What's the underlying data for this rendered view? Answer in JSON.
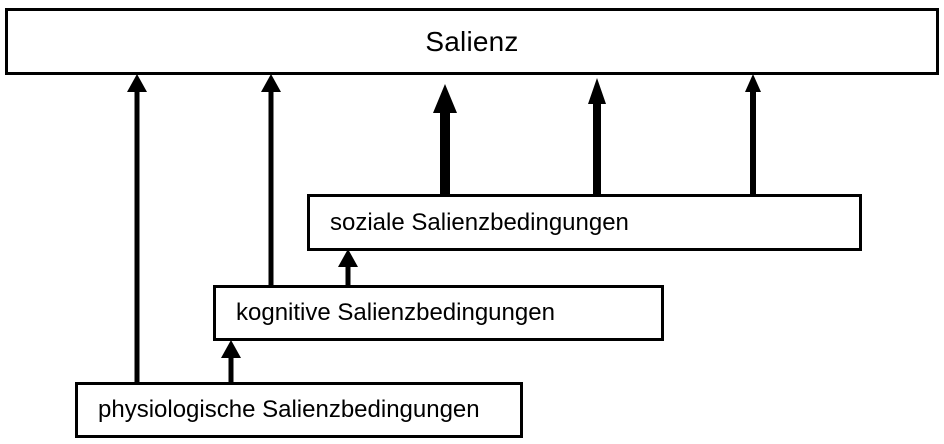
{
  "diagram": {
    "title_text": "Salienz",
    "language": "de",
    "background_color": "#ffffff",
    "line_color": "#000000",
    "nodes": [
      {
        "id": "salienz",
        "label": "Salienz",
        "role": "top-level-outcome",
        "align": "center"
      },
      {
        "id": "soziale",
        "label": "soziale Salienzbedingungen",
        "role": "condition-level-3",
        "align": "left"
      },
      {
        "id": "kognitive",
        "label": "kognitive Salienzbedingungen",
        "role": "condition-level-2",
        "align": "left"
      },
      {
        "id": "physiologische",
        "label": "physiologische Salienzbedingungen",
        "role": "condition-level-1",
        "align": "left"
      }
    ],
    "arrows": [
      {
        "id": "arrow-physiologische-to-salienz",
        "from": "physiologische",
        "to": "salienz",
        "weight": "thin",
        "name": "arrow-physiologische-to-salienz"
      },
      {
        "id": "arrow-kognitive-to-salienz",
        "from": "kognitive",
        "to": "salienz",
        "weight": "thin",
        "name": "arrow-kognitive-to-salienz"
      },
      {
        "id": "arrow-soziale-to-salienz-heavy",
        "from": "soziale",
        "to": "salienz",
        "weight": "heavy",
        "name": "arrow-soziale-to-salienz-heavy"
      },
      {
        "id": "arrow-soziale-to-salienz-medium",
        "from": "soziale",
        "to": "salienz",
        "weight": "medium",
        "name": "arrow-soziale-to-salienz-medium"
      },
      {
        "id": "arrow-soziale-to-salienz-light",
        "from": "soziale",
        "to": "salienz",
        "weight": "light",
        "name": "arrow-soziale-to-salienz-light"
      },
      {
        "id": "arrow-physiologische-to-kognitive",
        "from": "physiologische",
        "to": "kognitive",
        "weight": "thin",
        "name": "arrow-physiologische-to-kognitive"
      },
      {
        "id": "arrow-kognitive-to-soziale",
        "from": "kognitive",
        "to": "soziale",
        "weight": "thin",
        "name": "arrow-kognitive-to-soziale"
      }
    ]
  }
}
